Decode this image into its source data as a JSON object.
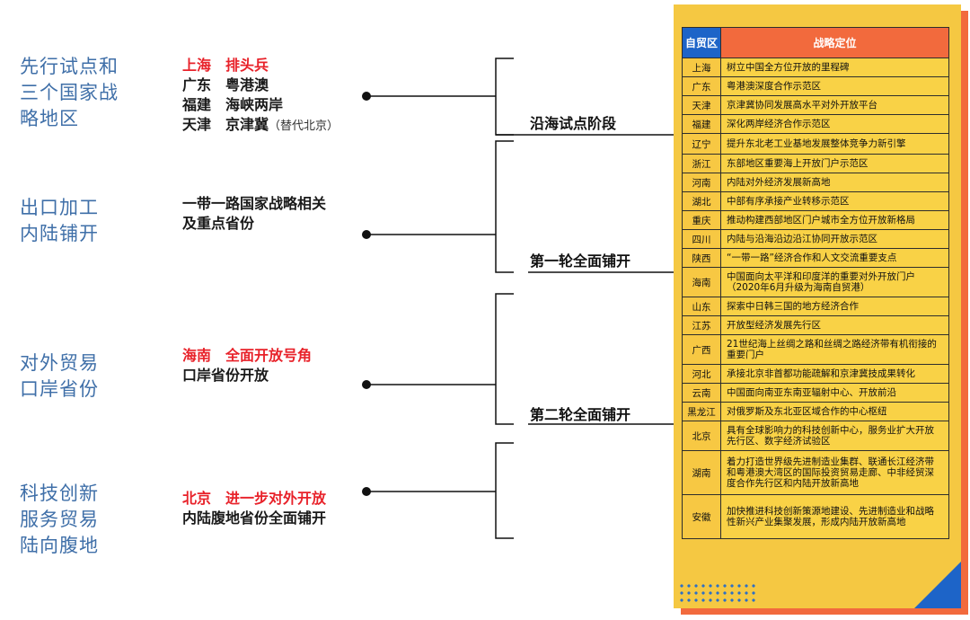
{
  "categories": [
    {
      "label": "先行试点和三个国家战略地区"
    },
    {
      "label": "出口加工内陆铺开"
    },
    {
      "label": "对外贸易口岸省份"
    },
    {
      "label": "科技创新服务贸易陆向腹地"
    }
  ],
  "groups": {
    "g1": {
      "line1_red": "上海　排头兵",
      "line2": "广东　粤港澳",
      "line3": "福建　海峡两岸",
      "line4": "天津　京津冀",
      "line4_note": "（替代北京）"
    },
    "g2": {
      "line1": "一带一路国家战略相关",
      "line2": "及重点省份"
    },
    "g3": {
      "line1_red": "海南　全面开放号角",
      "line2": "口岸省份开放"
    },
    "g4": {
      "line1_red": "北京　进一步对外开放",
      "line2": "内陆腹地省份全面铺开"
    }
  },
  "stages": [
    {
      "label": "沿海试点阶段"
    },
    {
      "label": "第一轮全面铺开"
    },
    {
      "label": "第二轮全面铺开"
    }
  ],
  "table": {
    "headers": [
      "自贸区",
      "战略定位"
    ],
    "rows": [
      {
        "region": "上海",
        "text": "树立中国全方位开放的里程碑"
      },
      {
        "region": "广东",
        "text": "粤港澳深度合作示范区"
      },
      {
        "region": "天津",
        "text": "京津冀协同发展高水平对外开放平台"
      },
      {
        "region": "福建",
        "text": "深化两岸经济合作示范区"
      },
      {
        "region": "辽宁",
        "text": "提升东北老工业基地发展整体竞争力新引擎"
      },
      {
        "region": "浙江",
        "text": "东部地区重要海上开放门户示范区"
      },
      {
        "region": "河南",
        "text": "内陆对外经济发展新高地"
      },
      {
        "region": "湖北",
        "text": "中部有序承接产业转移示范区"
      },
      {
        "region": "重庆",
        "text": "推动构建西部地区门户城市全方位开放新格局"
      },
      {
        "region": "四川",
        "text": "内陆与沿海沿边沿江协同开放示范区"
      },
      {
        "region": "陕西",
        "text": "“一带一路”经济合作和人文交流重要支点"
      },
      {
        "region": "海南",
        "text": "中国面向太平洋和印度洋的重要对外开放门户（2020年6月升级为海南自贸港）"
      },
      {
        "region": "山东",
        "text": "探索中日韩三国的地方经济合作"
      },
      {
        "region": "江苏",
        "text": "开放型经济发展先行区"
      },
      {
        "region": "广西",
        "text": "21世纪海上丝绸之路和丝绸之路经济带有机衔接的重要门户"
      },
      {
        "region": "河北",
        "text": "承接北京非首都功能疏解和京津冀技成果转化"
      },
      {
        "region": "云南",
        "text": "中国面向南亚东南亚辐射中心、开放前沿"
      },
      {
        "region": "黑龙江",
        "text": "对俄罗斯及东北亚区域合作的中心枢纽"
      },
      {
        "region": "北京",
        "text": "具有全球影响力的科技创新中心，服务业扩大开放先行区、数字经济试验区"
      },
      {
        "region": "湖南",
        "text": "着力打造世界级先进制造业集群、联通长江经济带和粤港澳大湾区的国际投资贸易走廊、中非经贸深度合作先行区和内陆开放新高地"
      },
      {
        "region": "安徽",
        "text": "加快推进科技创新策源地建设、先进制造业和战略性新兴产业集聚发展，形成内陆开放新高地"
      }
    ]
  },
  "colors": {
    "card": "#f5c842",
    "card_shadow": "#f26a3d",
    "header_blue": "#1d64c8",
    "header_orange": "#f26a3d",
    "category_text": "#3f6fa8",
    "red_text": "#e8222a"
  }
}
